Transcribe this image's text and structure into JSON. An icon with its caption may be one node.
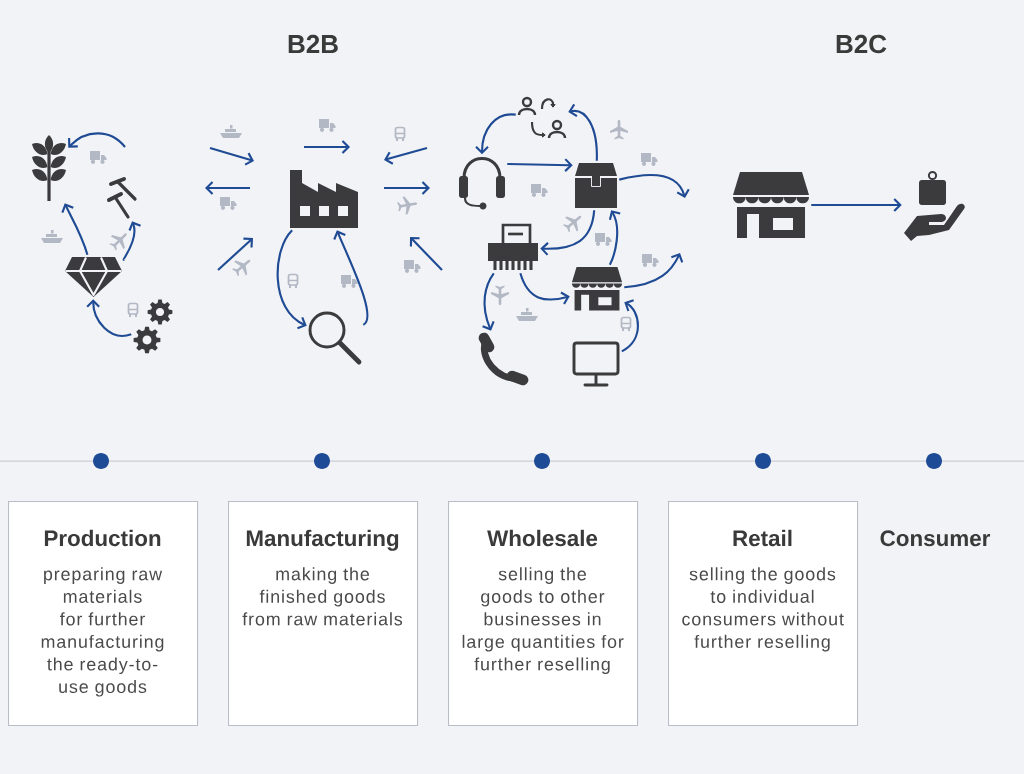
{
  "diagram": {
    "nodes": [
      {
        "text": [],
        "shape": "picture"
      },
      {
        "text": [],
        "shape": "picture"
      },
      {
        "text": [],
        "shape": "picture"
      },
      {
        "text": [],
        "shape": "picture"
      },
      {
        "text": [],
        "shape": "picture"
      },
      {
        "text": [],
        "shape": "picture"
      },
      {
        "text": [],
        "shape": "picture"
      },
      {
        "text": [],
        "shape": "picture"
      },
      {
        "text": [],
        "shape": "picture"
      },
      {
        "text": [],
        "shape": "picture"
      },
      {
        "text": [],
        "shape": "picture"
      },
      {
        "text": [],
        "shape": "picture"
      },
      {
        "text": [],
        "shape": "picture"
      },
      {
        "text": [],
        "shape": "picture"
      },
      {
        "text": [],
        "shape": "picture"
      },
      {
        "text": [
          "Production",
          "preparing raw materials for further manufacturing the ready-to-use goods"
        ]
      },
      {
        "text": [
          "Manufacturing",
          "making the finished goods from raw materials"
        ]
      },
      {
        "text": [
          "Wholesale",
          "selling the goods to other businesses in large quantities for further reselling"
        ]
      },
      {
        "text": [
          "Retail",
          "selling the goods to individual consumers without further reselling"
        ]
      }
    ],
    "edges": [
      {
        "from": null,
        "to": 0,
        "arrow": "to"
      },
      {
        "from": 2,
        "to": 0,
        "arrow": "to"
      },
      {
        "from": 2,
        "to": 1,
        "arrow": "to"
      },
      {
        "from": 3,
        "to": 2,
        "arrow": "to"
      },
      {
        "from": 4,
        "to": 5,
        "arrow": "to"
      },
      {
        "from": 5,
        "to": 4,
        "arrow": "to"
      },
      {
        "from": 6,
        "to": 7,
        "arrow": "to"
      },
      {
        "from": 7,
        "to": 8,
        "arrow": "to"
      },
      {
        "from": 8,
        "to": 6,
        "arrow": "to"
      },
      {
        "from": 8,
        "to": null,
        "arrow": "to"
      },
      {
        "from": 8,
        "to": 9,
        "arrow": "to"
      },
      {
        "from": 10,
        "to": 8,
        "arrow": "to"
      },
      {
        "from": 10,
        "to": null,
        "arrow": "to"
      },
      {
        "from": 9,
        "to": 11,
        "arrow": "to"
      },
      {
        "from": 9,
        "to": 10,
        "arrow": "to"
      },
      {
        "from": 12,
        "to": 10,
        "arrow": "to"
      },
      {
        "from": 13,
        "to": 14,
        "arrow": "to"
      }
    ],
    "labels": [
      "B2B",
      "B2C",
      "Consumer"
    ]
  }
}
